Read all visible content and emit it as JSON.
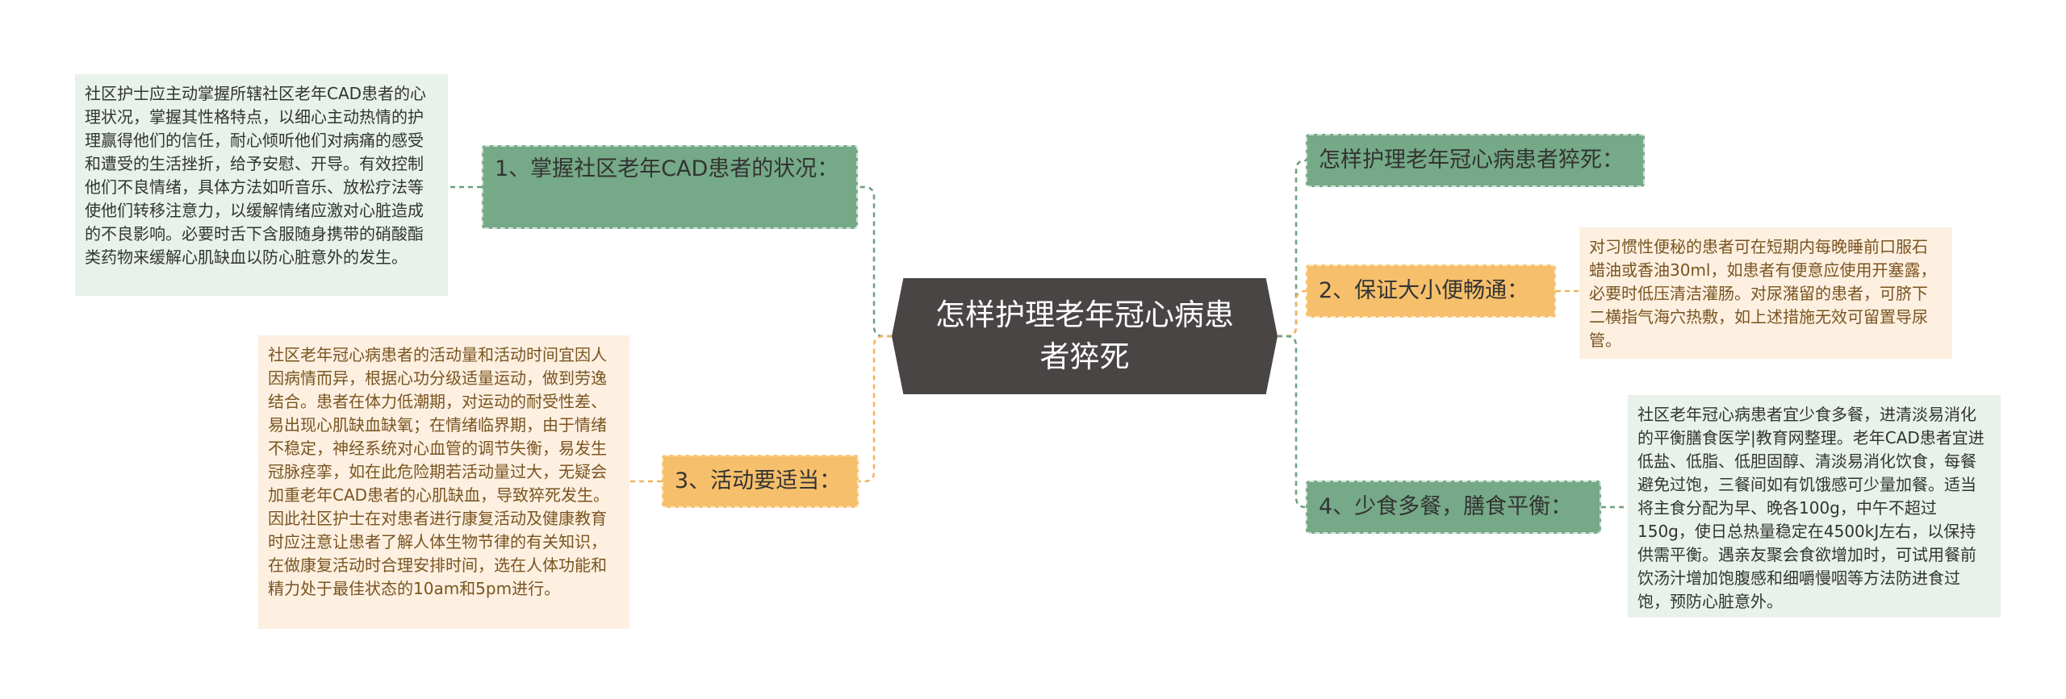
{
  "root": {
    "title": "怎样护理老年冠心病患者猝死"
  },
  "branches": [
    {
      "label": "1、掌握社区老年CAD患者的状况："
    },
    {
      "label": "怎样护理老年冠心病患者猝死："
    },
    {
      "label": "2、保证大小便畅通："
    },
    {
      "label": "4、少食多餐，膳食平衡："
    },
    {
      "label": "3、活动要适当："
    }
  ],
  "leaves": [
    {
      "text": "社区护士应主动掌握所辖社区老年CAD患者的心理状况，掌握其性格特点，以细心主动热情的护理赢得他们的信任，耐心倾听他们对病痛的感受和遭受的生活挫折，给予安慰、开导。有效控制他们不良情绪，具体方法如听音乐、放松疗法等使他们转移注意力，以缓解情绪应激对心脏造成的不良影响。必要时舌下含服随身携带的硝酸酯类药物来缓解心肌缺血以防心脏意外的发生。"
    },
    {
      "text": "对习惯性便秘的患者可在短期内每晚睡前口服石蜡油或香油30ml，如患者有便意应使用开塞露，必要时低压清洁灌肠。对尿潴留的患者，可脐下二横指气海穴热敷，如上述措施无效可留置导尿管。"
    },
    {
      "text": "社区老年冠心病患者宜少食多餐，进清淡易消化的平衡膳食医学|教育网整理。老年CAD患者宜进低盐、低脂、低胆固醇、清淡易消化饮食，每餐避免过饱，三餐间如有饥饿感可少量加餐。适当将主食分配为早、晚各100g，中午不超过150g，使日总热量稳定在4500kJ左右，以保持供需平衡。遇亲友聚会食欲增加时，可试用餐前饮汤汁增加饱腹感和细嚼慢咽等方法防进食过饱，预防心脏意外。"
    },
    {
      "text": "社区老年冠心病患者的活动量和活动时间宜因人因病情而异，根据心功分级适量运动，做到劳逸结合。患者在体力低潮期，对运动的耐受性差、易出现心肌缺血缺氧；在情绪临界期，由于情绪不稳定，神经系统对心血管的调节失衡，易发生冠脉痉挛，如在此危险期若活动量过大，无疑会加重老年CAD患者的心肌缺血，导致猝死发生。因此社区护士在对患者进行康复活动及健康教育时应注意让患者了解人体生物节律的有关知识，在做康复活动时合理安排时间，选在人体功能和精力处于最佳状态的10am和5pm进行。"
    }
  ],
  "colors": {
    "root_fill": "#4a4545",
    "green_branch": "#75a987",
    "orange_branch": "#f6bf6b",
    "green_leaf": "#e8f2ea",
    "orange_leaf": "#fdf0e1",
    "green_link": "#6c9f7f",
    "orange_link": "#f0b45e"
  }
}
